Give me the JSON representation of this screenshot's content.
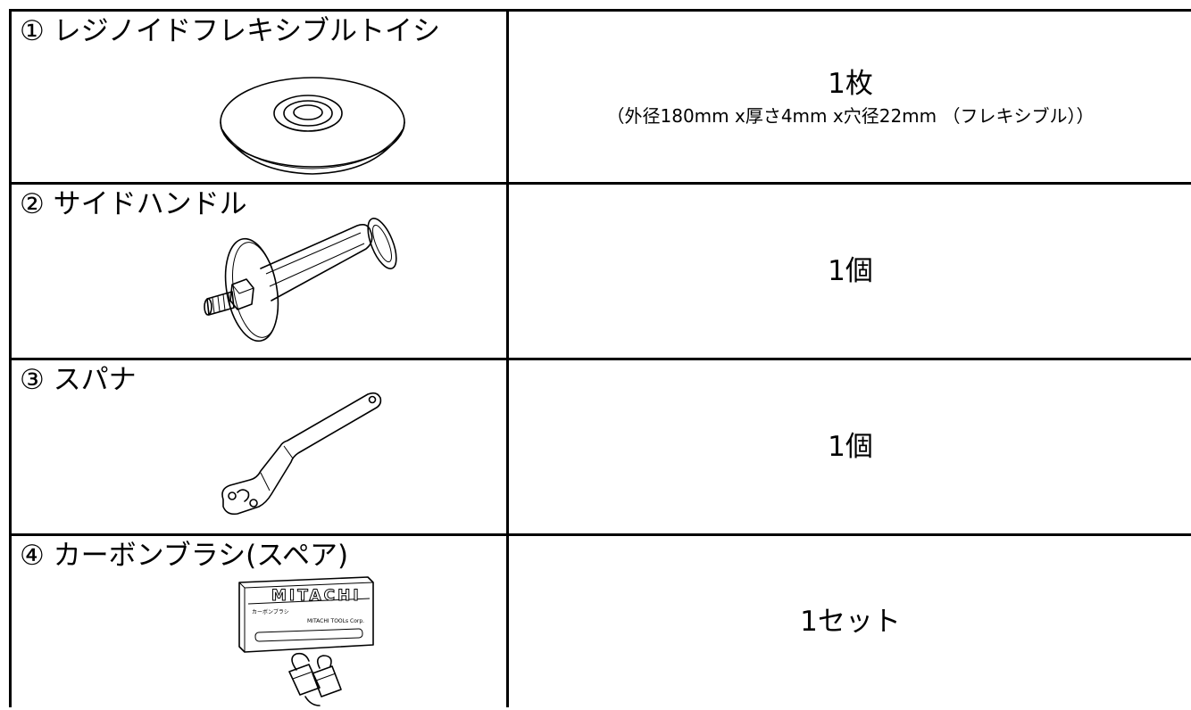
{
  "items": [
    {
      "label": "① レジノイドフレキシブルトイシ",
      "quantity": "1枚",
      "spec": "（外径180mm x厚さ4mm x穴径22mm （フレキシブル））",
      "illustration": "grinding-disc-icon"
    },
    {
      "label": "② サイドハンドル",
      "quantity": "1個",
      "illustration": "side-handle-icon"
    },
    {
      "label": "③ スパナ",
      "quantity": "1個",
      "illustration": "spanner-icon"
    },
    {
      "label": "④ カーボンブラシ(スペア)",
      "quantity": "1セット",
      "illustration": "carbon-brush-icon",
      "box_brand": "MITACHI",
      "box_text": "カーボンブラシ",
      "box_maker": "MITACHI TOOLs Corp."
    }
  ]
}
